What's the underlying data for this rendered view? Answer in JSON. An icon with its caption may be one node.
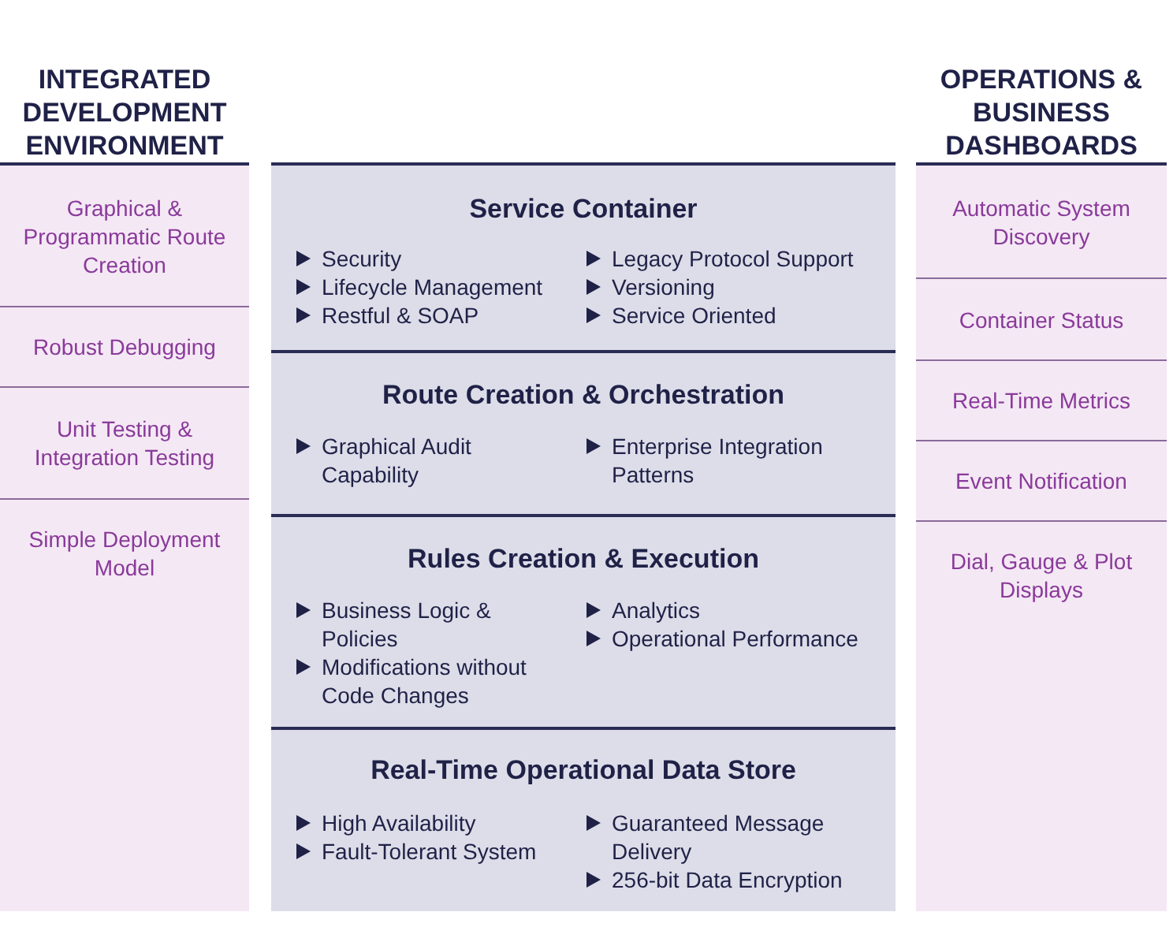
{
  "diagram": {
    "nodes": [
      {
        "text": [
          "INTEGRATED DEVELOPMENT ENVIRONMENT"
        ]
      },
      {
        "text": [
          "Graphical & Programmatic Route Creation"
        ],
        "in": 0
      },
      {
        "text": [
          "Robust Debugging"
        ],
        "in": 0
      },
      {
        "text": [
          "Unit Testing & Integration Testing"
        ],
        "in": 0
      },
      {
        "text": [
          "Simple Deployment Model"
        ],
        "in": 0
      },
      {
        "text": [],
        "shape": "box"
      },
      {
        "text": [
          "Service Container",
          "Security",
          "Lifecycle Management",
          "Restful & SOAP",
          "Legacy Protocol Support",
          "Versioning",
          "Service Oriented"
        ],
        "in": 5
      },
      {
        "text": [
          "Route Creation & Orchestration",
          "Graphical Audit Capability",
          "Enterprise Integration Patterns"
        ],
        "in": 5
      },
      {
        "text": [
          "Rules Creation & Execution",
          "Business Logic & Policies",
          "Modifications without Code Changes",
          "Analytics",
          "Operational Performance"
        ],
        "in": 5
      },
      {
        "text": [
          "Real-Time Operational Data Store",
          "High Availability",
          "Fault-Tolerant System",
          "Guaranteed Message Delivery",
          "256-bit Data Encryption"
        ],
        "in": 5
      },
      {
        "text": [
          "OPERATIONS & BUSINESS DASHBOARDS"
        ]
      },
      {
        "text": [
          "Automatic System Discovery"
        ],
        "in": 10
      },
      {
        "text": [
          "Container Status"
        ],
        "in": 10
      },
      {
        "text": [
          "Real-Time Metrics"
        ],
        "in": 10
      },
      {
        "text": [
          "Event Notification"
        ],
        "in": 10
      },
      {
        "text": [
          "Dial, Gauge & Plot Displays"
        ],
        "in": 10
      }
    ]
  }
}
